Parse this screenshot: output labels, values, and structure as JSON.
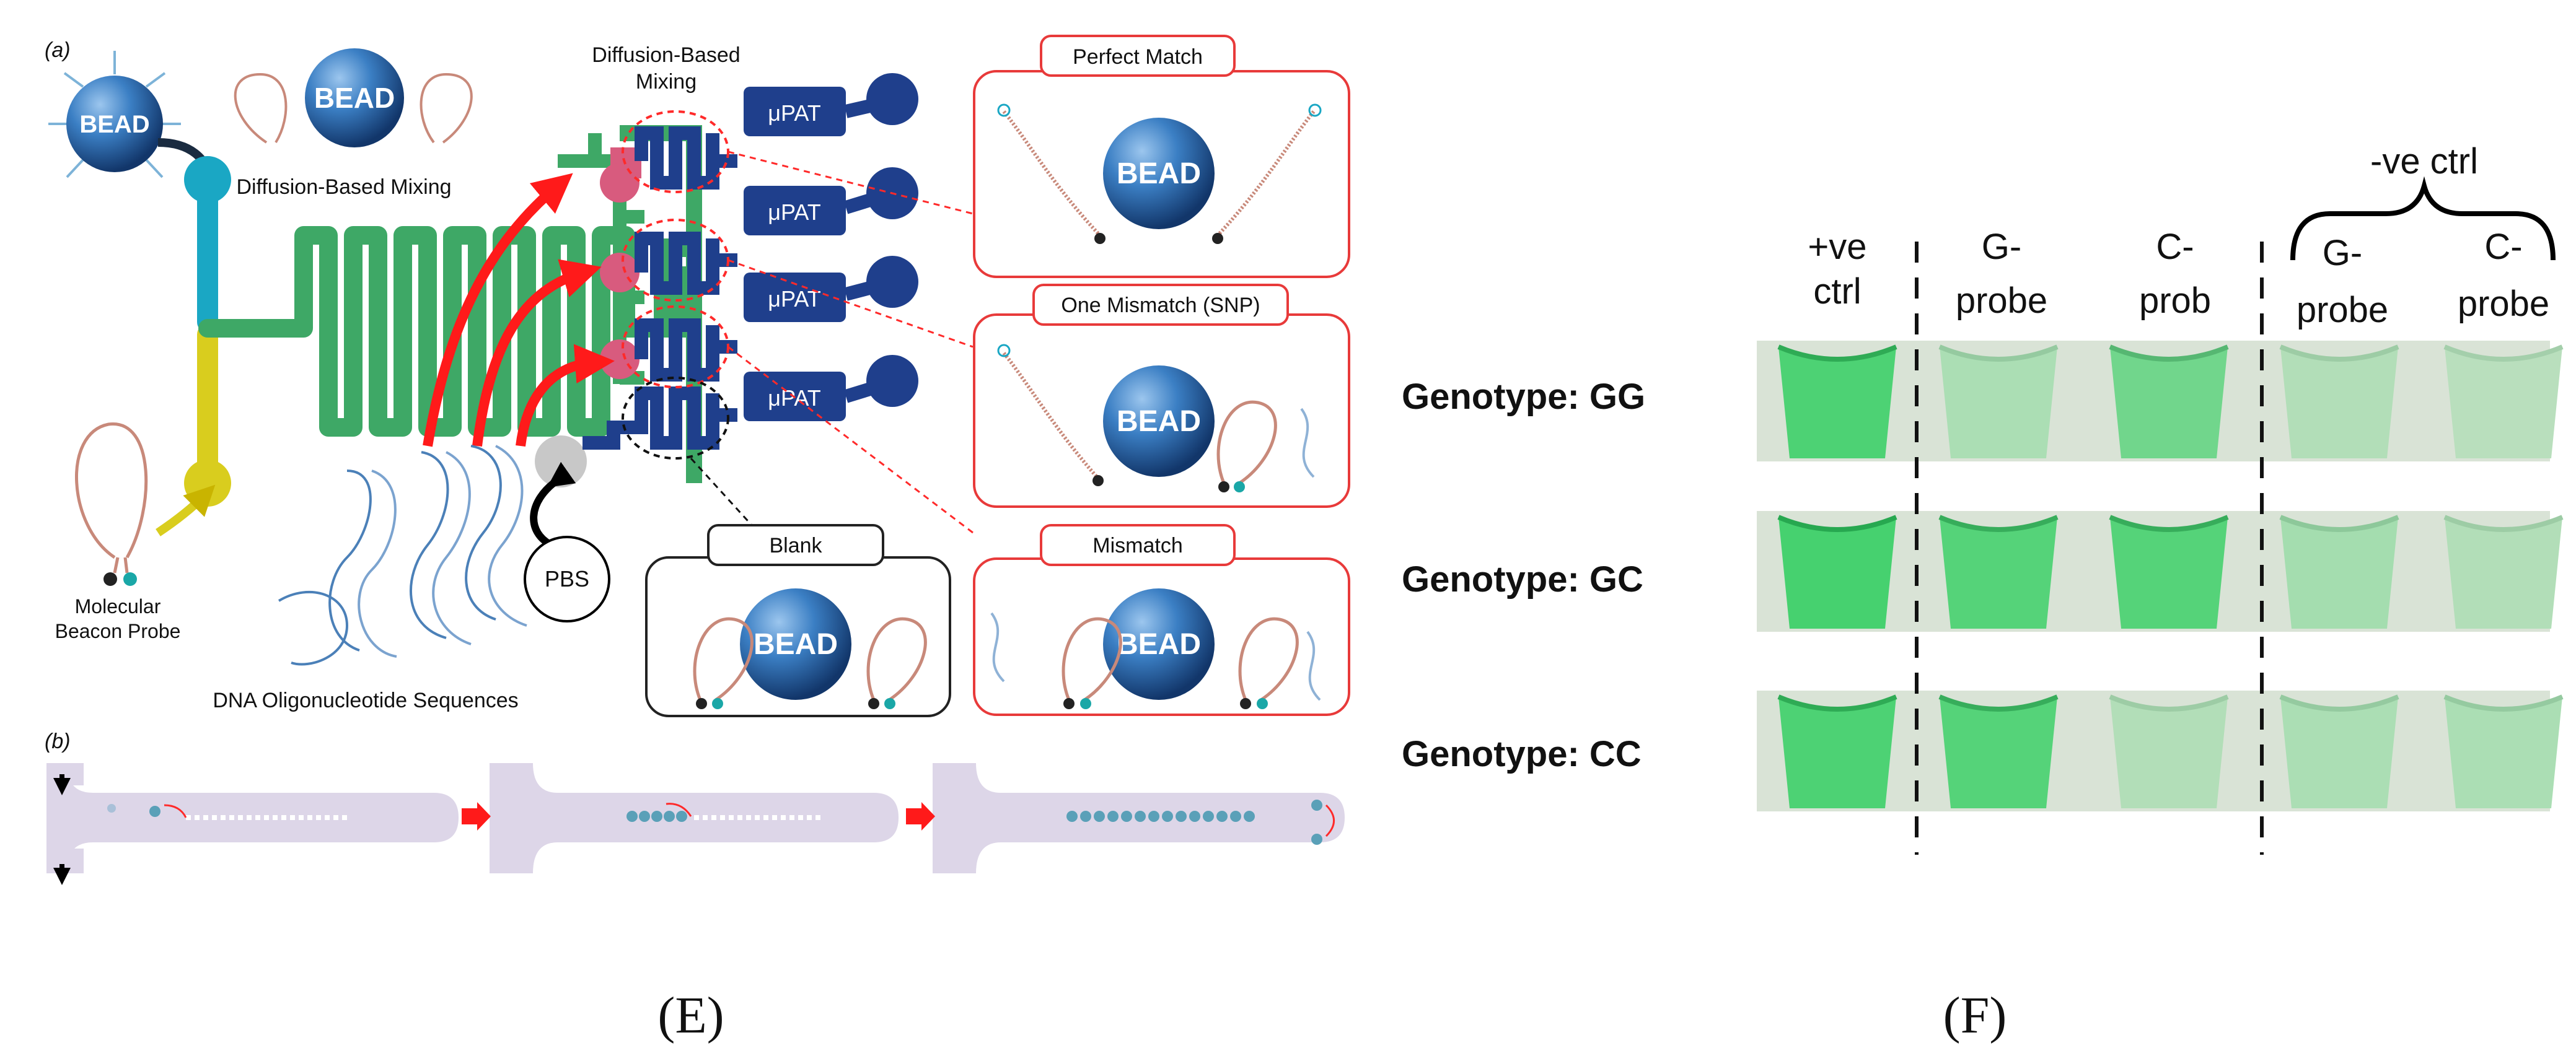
{
  "panel_e": {
    "caption": "(E)",
    "sub_a": "(a)",
    "sub_b": "(b)",
    "bead_label": "BEAD",
    "diffusion_mixing_left": "Diffusion-Based Mixing",
    "diffusion_mixing_top": [
      "Diffusion-Based",
      "Mixing"
    ],
    "upat_label": "μPAT",
    "molecular_beacon": [
      "Molecular",
      "Beacon Probe"
    ],
    "dna_sequences": "DNA Oligonucleotide  Sequences",
    "pbs": "PBS",
    "boxes": {
      "perfect_match": "Perfect Match",
      "one_mismatch": "One Mismatch (SNP)",
      "mismatch": "Mismatch",
      "blank": "Blank"
    }
  },
  "panel_f": {
    "caption": "(F)",
    "neg_ctrl": "-ve ctrl",
    "columns": [
      [
        "+ve",
        "ctrl"
      ],
      [
        "G-",
        "probe"
      ],
      [
        "C-",
        "prob"
      ],
      [
        "G-",
        "probe"
      ],
      [
        "C-",
        "probe"
      ]
    ],
    "rows": [
      {
        "label": "Genotype: GG",
        "levels": [
          0.9,
          0.25,
          0.65,
          0.2,
          0.15
        ]
      },
      {
        "label": "Genotype: GC",
        "levels": [
          0.95,
          0.85,
          0.85,
          0.3,
          0.2
        ]
      },
      {
        "label": "Genotype: CC",
        "levels": [
          0.9,
          0.85,
          0.2,
          0.25,
          0.25
        ]
      }
    ],
    "colors": {
      "bright": "#3fd06a",
      "dim": "#cfe2cc",
      "strip_bg": "#d9e3d6"
    }
  }
}
